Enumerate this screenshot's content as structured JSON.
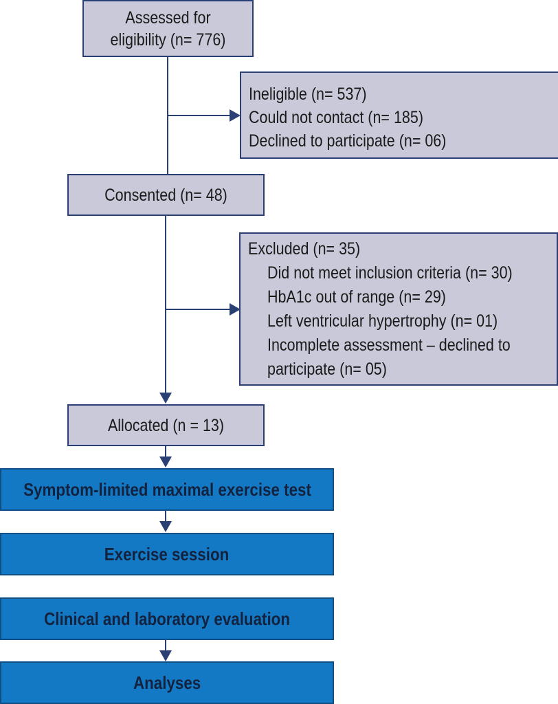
{
  "flow": {
    "assessed": {
      "line1": "Assessed for",
      "line2": "eligibility (n= 776)"
    },
    "ineligible_box": {
      "items": [
        "Ineligible  (n= 537)",
        "Could not contact (n= 185)",
        "Declined to participate (n= 06)"
      ]
    },
    "consented": "Consented (n= 48)",
    "excluded_box": {
      "title": "Excluded  (n= 35)",
      "items": [
        "Did not meet inclusion criteria (n= 30)",
        "HbA1c out of range (n= 29)",
        "Left ventricular hypertrophy (n= 01)",
        "Incomplete assessment – declined to",
        "participate (n= 05)"
      ]
    },
    "allocated": "Allocated (n = 13)",
    "steps": [
      "Symptom-limited maximal exercise test",
      "Exercise session",
      "Clinical and laboratory evaluation",
      "Analyses"
    ]
  },
  "colors": {
    "gray_box": "#c9c9d9",
    "blue_box": "#1479c4",
    "line": "#2a3f73"
  }
}
